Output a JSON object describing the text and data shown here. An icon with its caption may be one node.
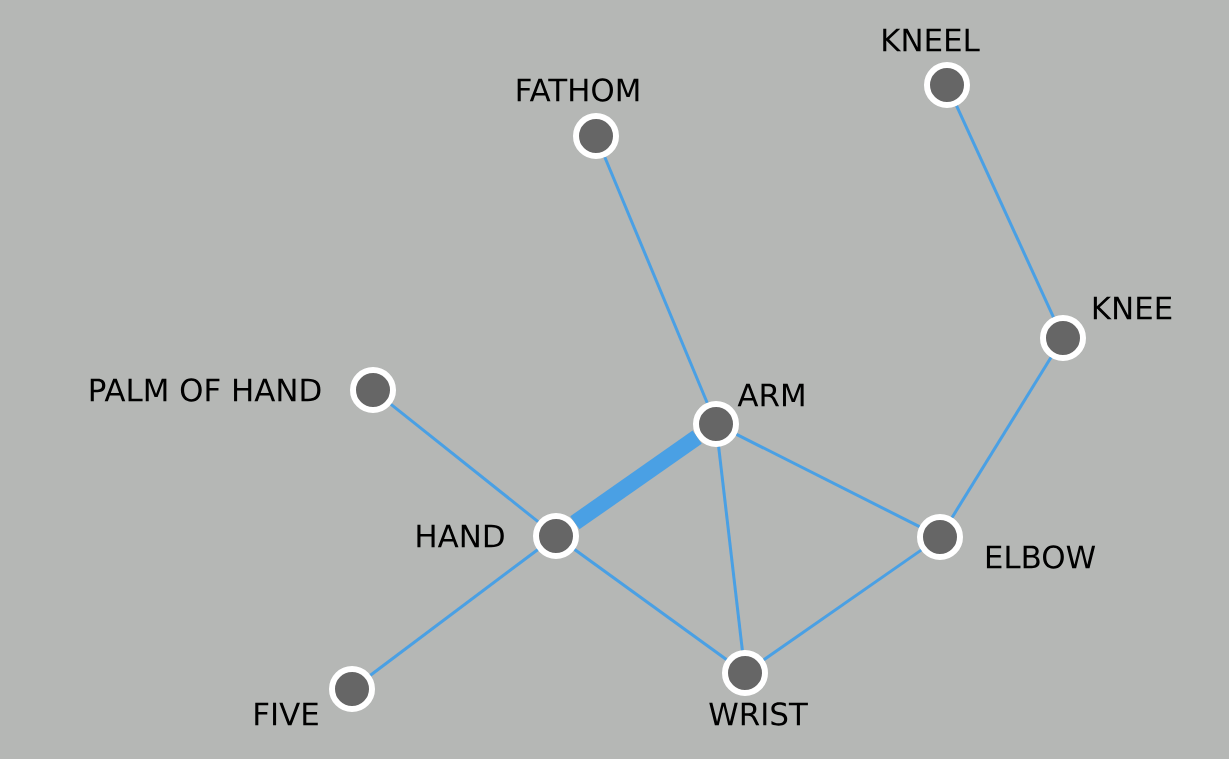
{
  "diagram": {
    "nodes": [
      {
        "text": [
          "KNEEL"
        ]
      },
      {
        "text": [
          "FATHOM"
        ]
      },
      {
        "text": [
          "KNEE"
        ]
      },
      {
        "text": [
          "PALM OF HAND"
        ]
      },
      {
        "text": [
          "ARM"
        ]
      },
      {
        "text": [
          "HAND"
        ]
      },
      {
        "text": [
          "ELBOW"
        ]
      },
      {
        "text": [
          "FIVE"
        ]
      },
      {
        "text": [
          "WRIST"
        ]
      }
    ],
    "edges": [
      {
        "from": 0,
        "to": 2,
        "arrow": "none"
      },
      {
        "from": 1,
        "to": 4,
        "arrow": "none"
      },
      {
        "from": 2,
        "to": 6,
        "arrow": "none"
      },
      {
        "from": 3,
        "to": 5,
        "arrow": "none"
      },
      {
        "from": 4,
        "to": 5,
        "arrow": "none",
        "style": "thick"
      },
      {
        "from": 4,
        "to": 6,
        "arrow": "none"
      },
      {
        "from": 4,
        "to": 8,
        "arrow": "none"
      },
      {
        "from": 5,
        "to": 8,
        "arrow": "none"
      },
      {
        "from": 5,
        "to": 7,
        "arrow": "none"
      },
      {
        "from": 8,
        "to": 6,
        "arrow": "none"
      }
    ]
  }
}
